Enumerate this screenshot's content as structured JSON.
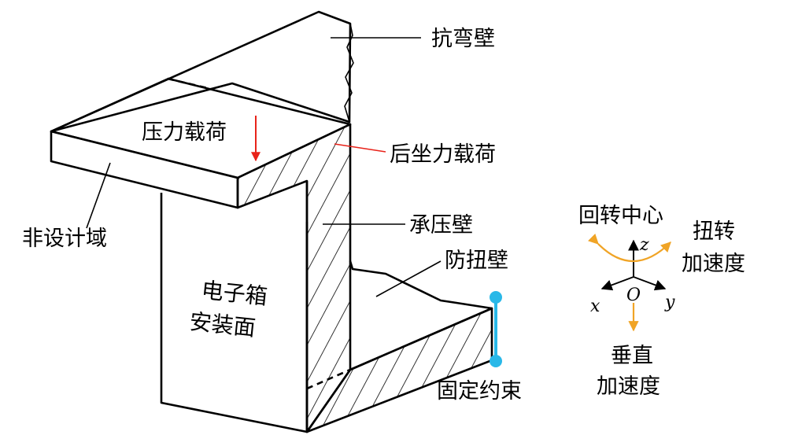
{
  "labels": {
    "bending_wall": "抗弯壁",
    "pressure_load": "压力载荷",
    "recoil_load": "后坐力载荷",
    "non_design_domain": "非设计域",
    "bearing_wall": "承压壁",
    "anti_torsion_wall": "防扭壁",
    "mount_face_line1": "电子箱",
    "mount_face_line2": "安装面",
    "fixed_constraint": "固定约束",
    "rotation_center": "回转中心",
    "torsion_accel_line1": "扭转",
    "torsion_accel_line2": "加速度",
    "vertical_accel_line1": "垂直",
    "vertical_accel_line2": "加速度",
    "axis_x": "x",
    "axis_y": "y",
    "axis_z": "z",
    "origin": "O"
  },
  "colors": {
    "outline": "#000000",
    "load_arrow": "#e8231a",
    "constraint": "#29b8e8",
    "acceleration": "#f0a426"
  }
}
